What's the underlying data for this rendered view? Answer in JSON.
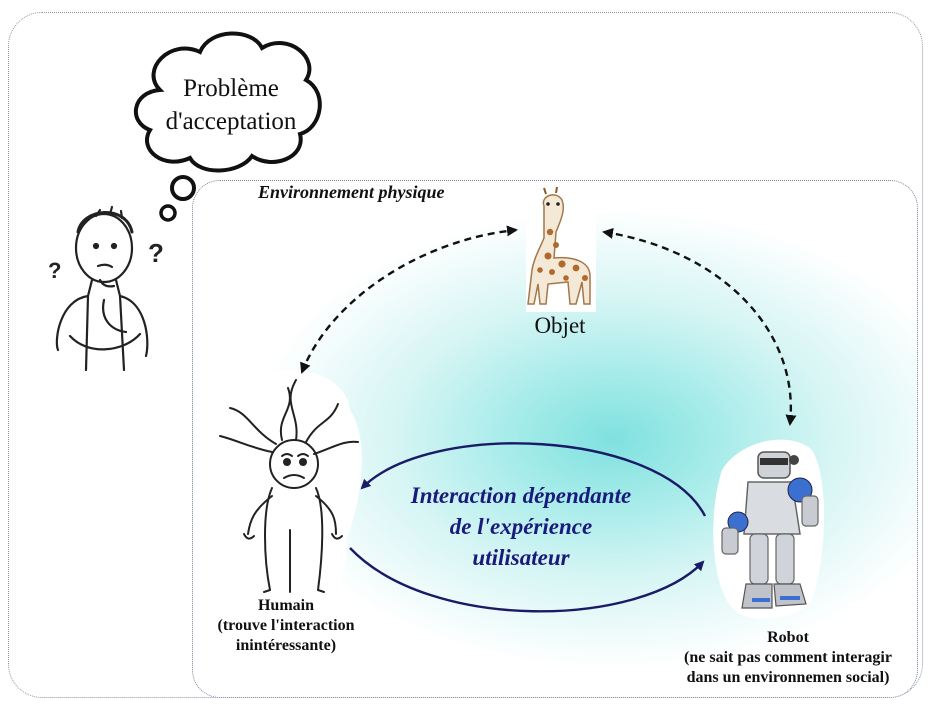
{
  "thought_bubble": {
    "text_line1": "Problème",
    "text_line2": "d'acceptation"
  },
  "environment": {
    "label": "Environnement physique"
  },
  "object": {
    "label": "Objet"
  },
  "interaction": {
    "line1": "Interaction dépendante",
    "line2": "de l'expérience",
    "line3": "utilisateur"
  },
  "human": {
    "name": "Humain",
    "note_line1": "(trouve l'interaction",
    "note_line2": "inintéressante)"
  },
  "robot": {
    "name": "Robot",
    "note_line1": "(ne sait pas comment interagir",
    "note_line2": "dans un environnemen social)"
  },
  "colors": {
    "interaction_text": "#1a1a7a",
    "interaction_arrow": "#1a1a66",
    "glow": "#7fe1df",
    "giraffe_spot": "#b06a2c",
    "robot_blue": "#3b6fd0"
  }
}
